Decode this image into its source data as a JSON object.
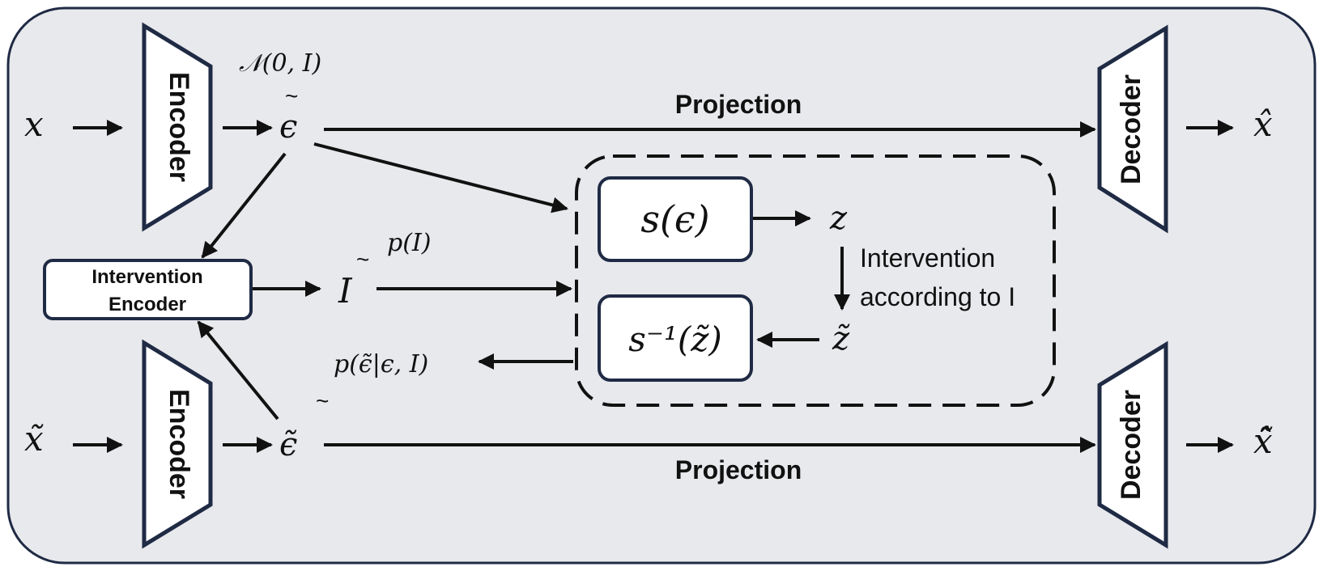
{
  "diagram": {
    "top_row": {
      "input": "x",
      "encoder_label": "Encoder",
      "latent": "ϵ",
      "prior_label": "𝒩(0, I)",
      "tilde_mark": "~",
      "projection_label": "Projection",
      "decoder_label": "Decoder",
      "output": "x̂"
    },
    "middle": {
      "intervention_encoder_line1": "Intervention",
      "intervention_encoder_line2": "Encoder",
      "intervention_var": "I",
      "intervention_prior": "p(I)",
      "tilde_mark": "~"
    },
    "dashed_block": {
      "flow_box": "s(ϵ)",
      "inverse_box": "s⁻¹(z̃)",
      "z": "z",
      "z_tilde": "z̃",
      "intervention_line1": "Intervention",
      "intervention_line2": "according to I"
    },
    "conditional": {
      "label": "p(ϵ̃|ϵ, I)",
      "tilde_mark": "~"
    },
    "bottom_row": {
      "input": "x̃",
      "encoder_label": "Encoder",
      "latent": "ϵ̃",
      "projection_label": "Projection",
      "decoder_label": "Decoder",
      "output": "x̃̂"
    },
    "colors": {
      "background_panel": "#e8e9ed",
      "box_border": "#1f2a44",
      "line": "#111111"
    }
  }
}
